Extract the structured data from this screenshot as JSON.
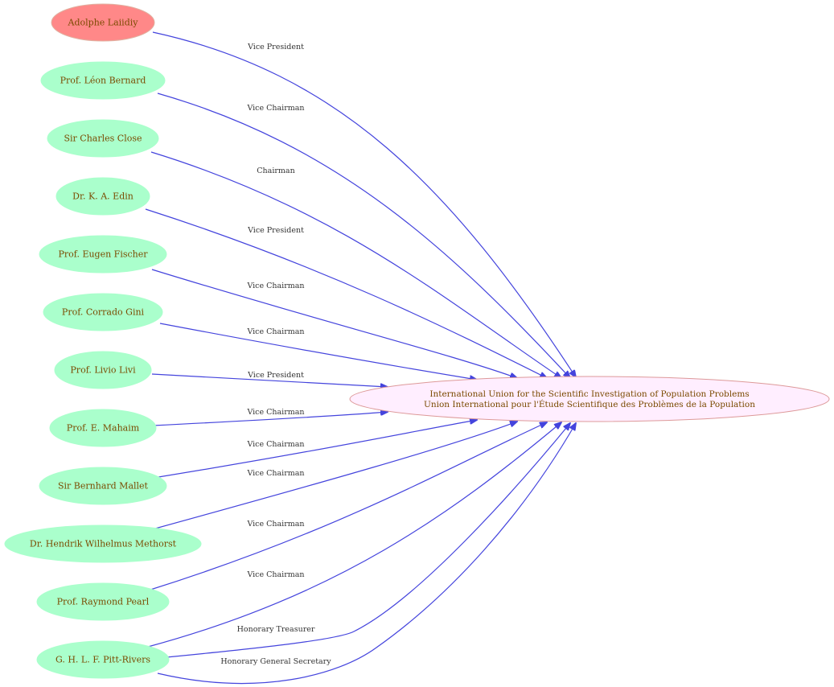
{
  "colors": {
    "person_fill": "#aaffcc",
    "highlight_fill": "#ff8888",
    "org_fill": "#ffeeff",
    "org_stroke": "#dd9999",
    "edge": "#4444dd"
  },
  "organization": {
    "line1": "International Union for the Scientific Investigation of Population Problems",
    "line2": "Union International pour l'Étude Scientifique des Problèmes de la Population"
  },
  "people": [
    {
      "id": "laiidiy",
      "label": "Adolphe Laiidiy",
      "highlight": true
    },
    {
      "id": "bernard",
      "label": "Prof. Léon Bernard"
    },
    {
      "id": "close",
      "label": "Sir Charles Close"
    },
    {
      "id": "edin",
      "label": "Dr. K. A. Edin"
    },
    {
      "id": "fischer",
      "label": "Prof. Eugen Fischer"
    },
    {
      "id": "gini",
      "label": "Prof. Corrado Gini"
    },
    {
      "id": "livi",
      "label": "Prof. Livio Livi"
    },
    {
      "id": "mahaim",
      "label": "Prof. E. Mahaim"
    },
    {
      "id": "mallet",
      "label": "Sir Bernhard Mallet"
    },
    {
      "id": "methorst",
      "label": "Dr. Hendrik Wilhelmus Methorst"
    },
    {
      "id": "pearl",
      "label": "Prof. Raymond Pearl"
    },
    {
      "id": "pittrivers",
      "label": "G. H. L. F. Pitt-Rivers"
    }
  ],
  "edges": [
    {
      "from": "laiidiy",
      "label": "Vice President"
    },
    {
      "from": "bernard",
      "label": "Vice Chairman"
    },
    {
      "from": "close",
      "label": "Chairman"
    },
    {
      "from": "edin",
      "label": "Vice President"
    },
    {
      "from": "fischer",
      "label": "Vice Chairman"
    },
    {
      "from": "gini",
      "label": "Vice Chairman"
    },
    {
      "from": "livi",
      "label": "Vice President"
    },
    {
      "from": "mahaim",
      "label": "Vice Chairman"
    },
    {
      "from": "mallet",
      "label": "Vice Chairman"
    },
    {
      "from": "methorst",
      "label": "Vice Chairman"
    },
    {
      "from": "pearl",
      "label": "Vice Chairman"
    },
    {
      "from": "pittrivers",
      "label": "Vice Chairman"
    },
    {
      "from": "pittrivers",
      "label": "Honorary Treasurer"
    },
    {
      "from": "pittrivers",
      "label": "Honorary General Secretary"
    }
  ]
}
